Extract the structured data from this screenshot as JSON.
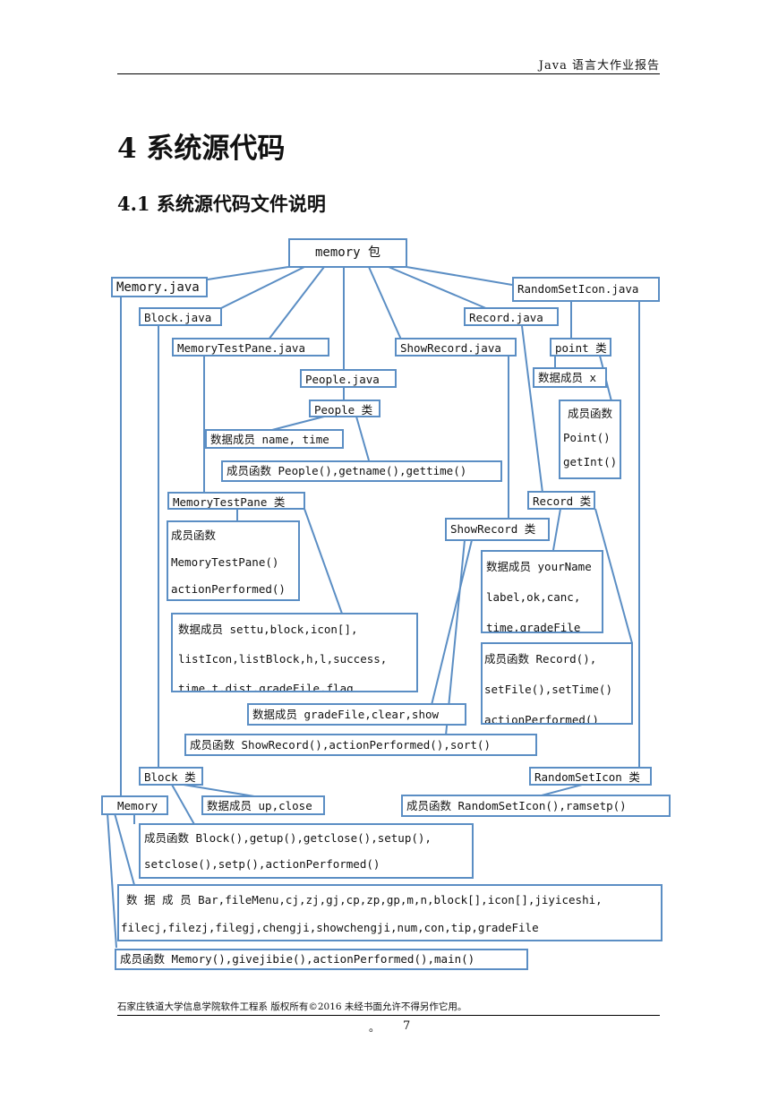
{
  "header": {
    "title": "Java 语言大作业报告"
  },
  "headings": {
    "h1": "4 系统源代码",
    "h2": "4.1 系统源代码文件说明"
  },
  "diagram": {
    "root": "memory 包",
    "memory_java": "Memory.java",
    "block_java": "Block.java",
    "memorytestpane_java": "MemoryTestPane.java",
    "people_java": "People.java",
    "showrecord_java": "ShowRecord.java",
    "record_java": "Record.java",
    "randomseticon_java": "RandomSetIcon.java",
    "point_class": "point 类",
    "point_data": "数据成员 x",
    "point_func_title": "成员函数",
    "point_func_1": "Point()",
    "point_func_2": "getInt()",
    "people_class": "People 类",
    "people_data": "数据成员 name, time",
    "people_func": "成员函数 People(),getname(),gettime()",
    "mtp_class": "MemoryTestPane 类",
    "mtp_func_title": "成员函数",
    "mtp_func_1": "MemoryTestPane()",
    "mtp_func_2": "actionPerformed()",
    "mtp_data_1": "数据成员 settu,block,icon[],",
    "mtp_data_2": "listIcon,listBlock,h,l,success,",
    "mtp_data_3": "time,t,dist,gradeFile,flag",
    "record_class": "Record 类",
    "showrecord_class": "ShowRecord 类",
    "record_data_1": "数据成员 yourName",
    "record_data_2": "label,ok,canc,",
    "record_data_3": "time,gradeFile",
    "record_func_1": "成员函数 Record(),",
    "record_func_2": "setFile(),setTime()",
    "record_func_3": "actionPerformed()",
    "sr_data": "数据成员 gradeFile,clear,show",
    "sr_func": "成员函数 ShowRecord(),actionPerformed(),sort()",
    "block_class": "Block 类",
    "rsi_class": "RandomSetIcon 类",
    "memory_class": "Memory",
    "block_data": "数据成员 up,close",
    "rsi_func": "成员函数 RandomSetIcon(),ramsetp()",
    "block_func_1": "成员函数 Block(),getup(),getclose(),setup(),",
    "block_func_2": "setclose(),setp(),actionPerformed()",
    "memory_data_1": "数 据 成 员 Bar,fileMenu,cj,zj,gj,cp,zp,gp,m,n,block[],icon[],jiyiceshi,",
    "memory_data_2": "filecj,filezj,filegj,chengji,showchengji,num,con,tip,gradeFile",
    "memory_func": "成员函数 Memory(),givejibie(),actionPerformed(),main()"
  },
  "footer": {
    "text": "石家庄铁道大学信息学院软件工程系 版权所有©2016 未经书面允许不得另作它用。",
    "dot": "。",
    "page": "7"
  },
  "colors": {
    "box_border": "#5b8ec4",
    "line": "#5b8ec4"
  }
}
